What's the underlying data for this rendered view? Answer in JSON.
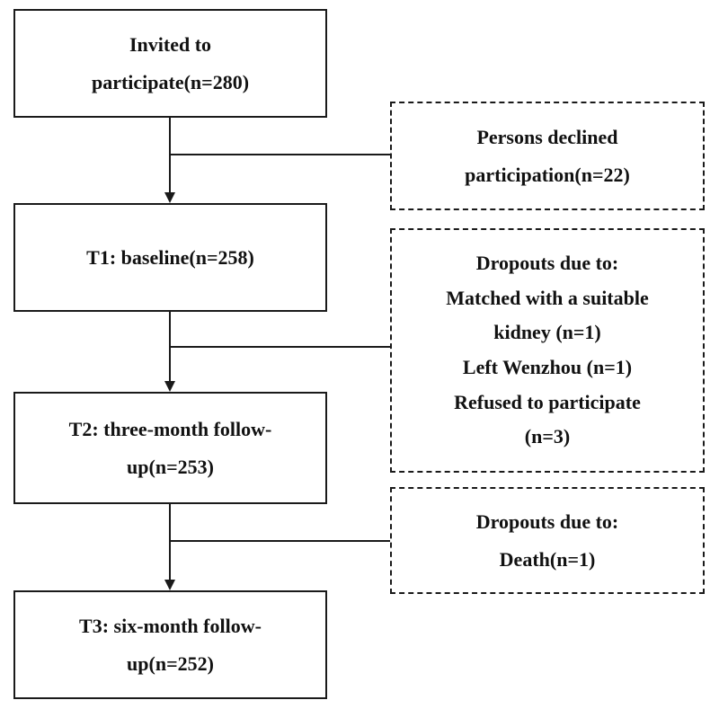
{
  "main_steps": [
    {
      "id": "invited",
      "lines": [
        "Invited to",
        "participate(n=280)"
      ]
    },
    {
      "id": "t1",
      "lines": [
        "T1: baseline(n=258)"
      ]
    },
    {
      "id": "t2",
      "lines": [
        "T2: three-month follow-",
        "up(n=253)"
      ]
    },
    {
      "id": "t3",
      "lines": [
        "T3: six-month follow-",
        "up(n=252)"
      ]
    }
  ],
  "exclusions": [
    {
      "id": "declined",
      "lines": [
        "Persons declined",
        "participation(n=22)"
      ]
    },
    {
      "id": "dropouts-t1-t2",
      "lines": [
        "Dropouts due to:",
        "Matched with a suitable",
        "kidney (n=1)",
        "Left Wenzhou (n=1)",
        "Refused to participate",
        "(n=3)"
      ]
    },
    {
      "id": "dropouts-t2-t3",
      "lines": [
        "Dropouts due to:",
        "Death(n=1)"
      ]
    }
  ]
}
